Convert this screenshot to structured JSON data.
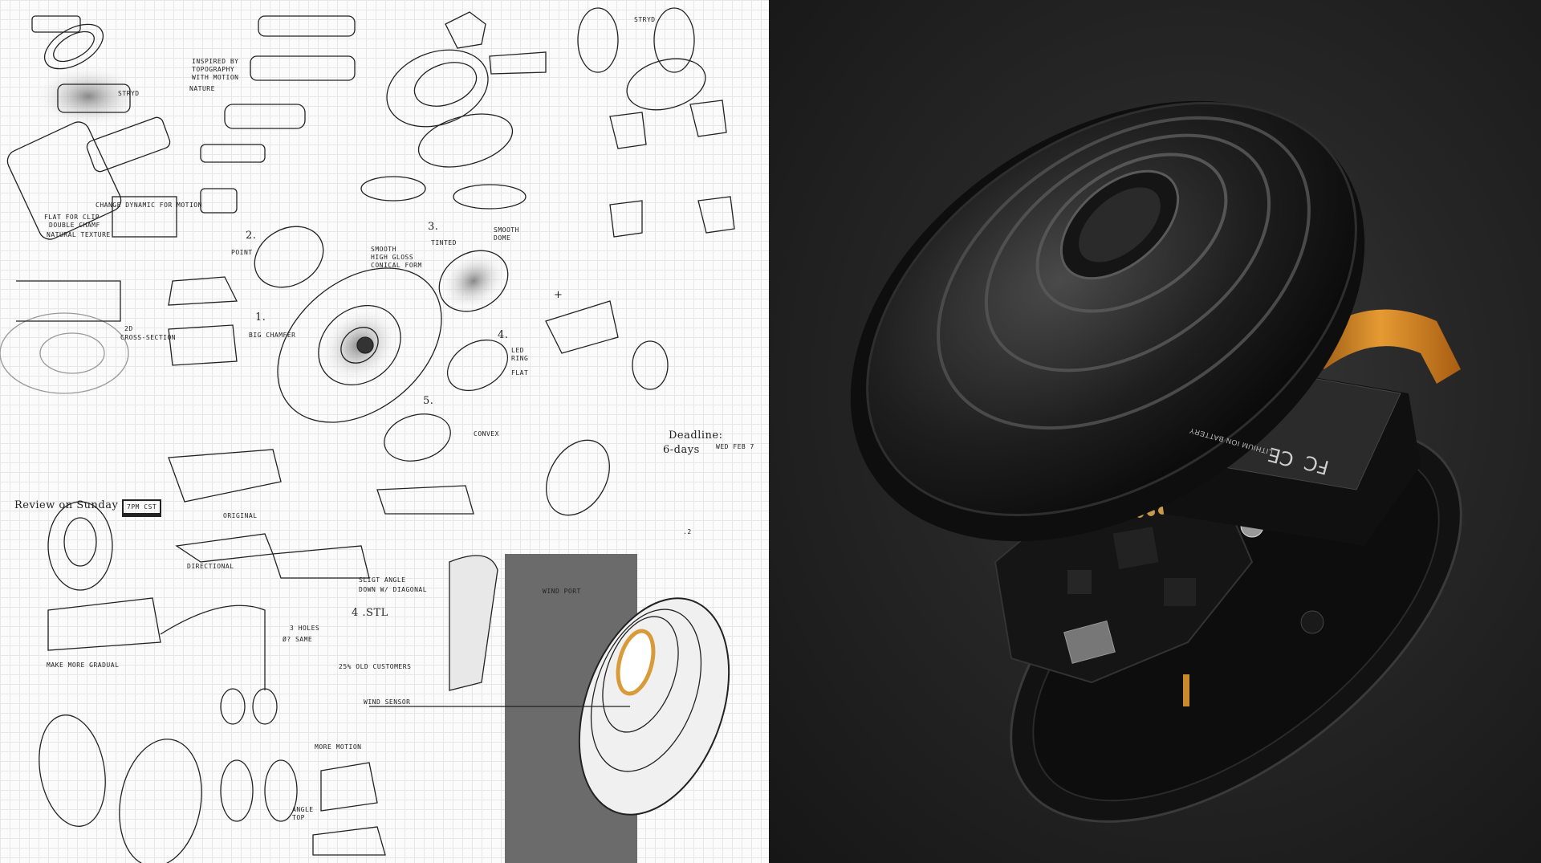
{
  "sketch_panel": {
    "annotations": {
      "stryd_top": "Stryd",
      "stryd_label": "STRYD",
      "inspired": "INSPIRED BY",
      "topography": "TOPOGRAPHY",
      "with_motion": "WITH MOTION",
      "nature": "NATURE",
      "change_dynamic": "CHANGE DYNAMIC FOR MOTION",
      "flat_for_clip": "FLAT FOR CLIP",
      "double_chamf": "DOUBLE CHAMF",
      "natural_texture": "NATURAL TEXTURE",
      "num2": "2.",
      "point": "POINT",
      "smooth": "SMOOTH",
      "high_gloss": "HIGH GLOSS",
      "conical_form": "CONICAL FORM",
      "num3": "3.",
      "tinted": "TINTED",
      "smooth_dome_1": "SMOOTH",
      "smooth_dome_2": "DOME",
      "num1": "1.",
      "big_chamfer": "BIG CHAMFER",
      "cross_section_1": "2D",
      "cross_section_2": "CROSS-SECTION",
      "num4": "4.",
      "led_ring_1": "LED",
      "led_ring_2": "RING",
      "flat": "FLAT",
      "num5": "5.",
      "convex": "CONVEX",
      "plus": "+",
      "deadline": "Deadline:",
      "days": "6-days",
      "date": "Wed Feb 7",
      "review": "Review on Sunday",
      "time": "7PM CST",
      "original": "ORIGINAL",
      "directional": "DIRECTIONAL",
      "slight_angle_1": "SLIGT ANGLE",
      "slight_angle_2": "DOWN W/ DIAGONAL",
      "wind_port": "WIND PORT",
      "stl": "4 .STL",
      "holes_1": "3 HOLES",
      "holes_2": "Ø? SAME",
      "gradual": "MAKE MORE GRADUAL",
      "customers": "25% OLD CUSTOMERS",
      "wind_sensor": "WIND SENSOR",
      "more_motion": "MORE MOTION",
      "angle_top_1": "ANGLE",
      "angle_top_2": "TOP",
      "dot2": ".2"
    }
  },
  "render_panel": {
    "battery_label": "LITHIUM ION BATTERY",
    "ce_mark": "CE",
    "fc_mark": "FC",
    "colors": {
      "device": "#1c1c1c",
      "clip_accent": "#d98a22",
      "background": "#262626"
    }
  }
}
